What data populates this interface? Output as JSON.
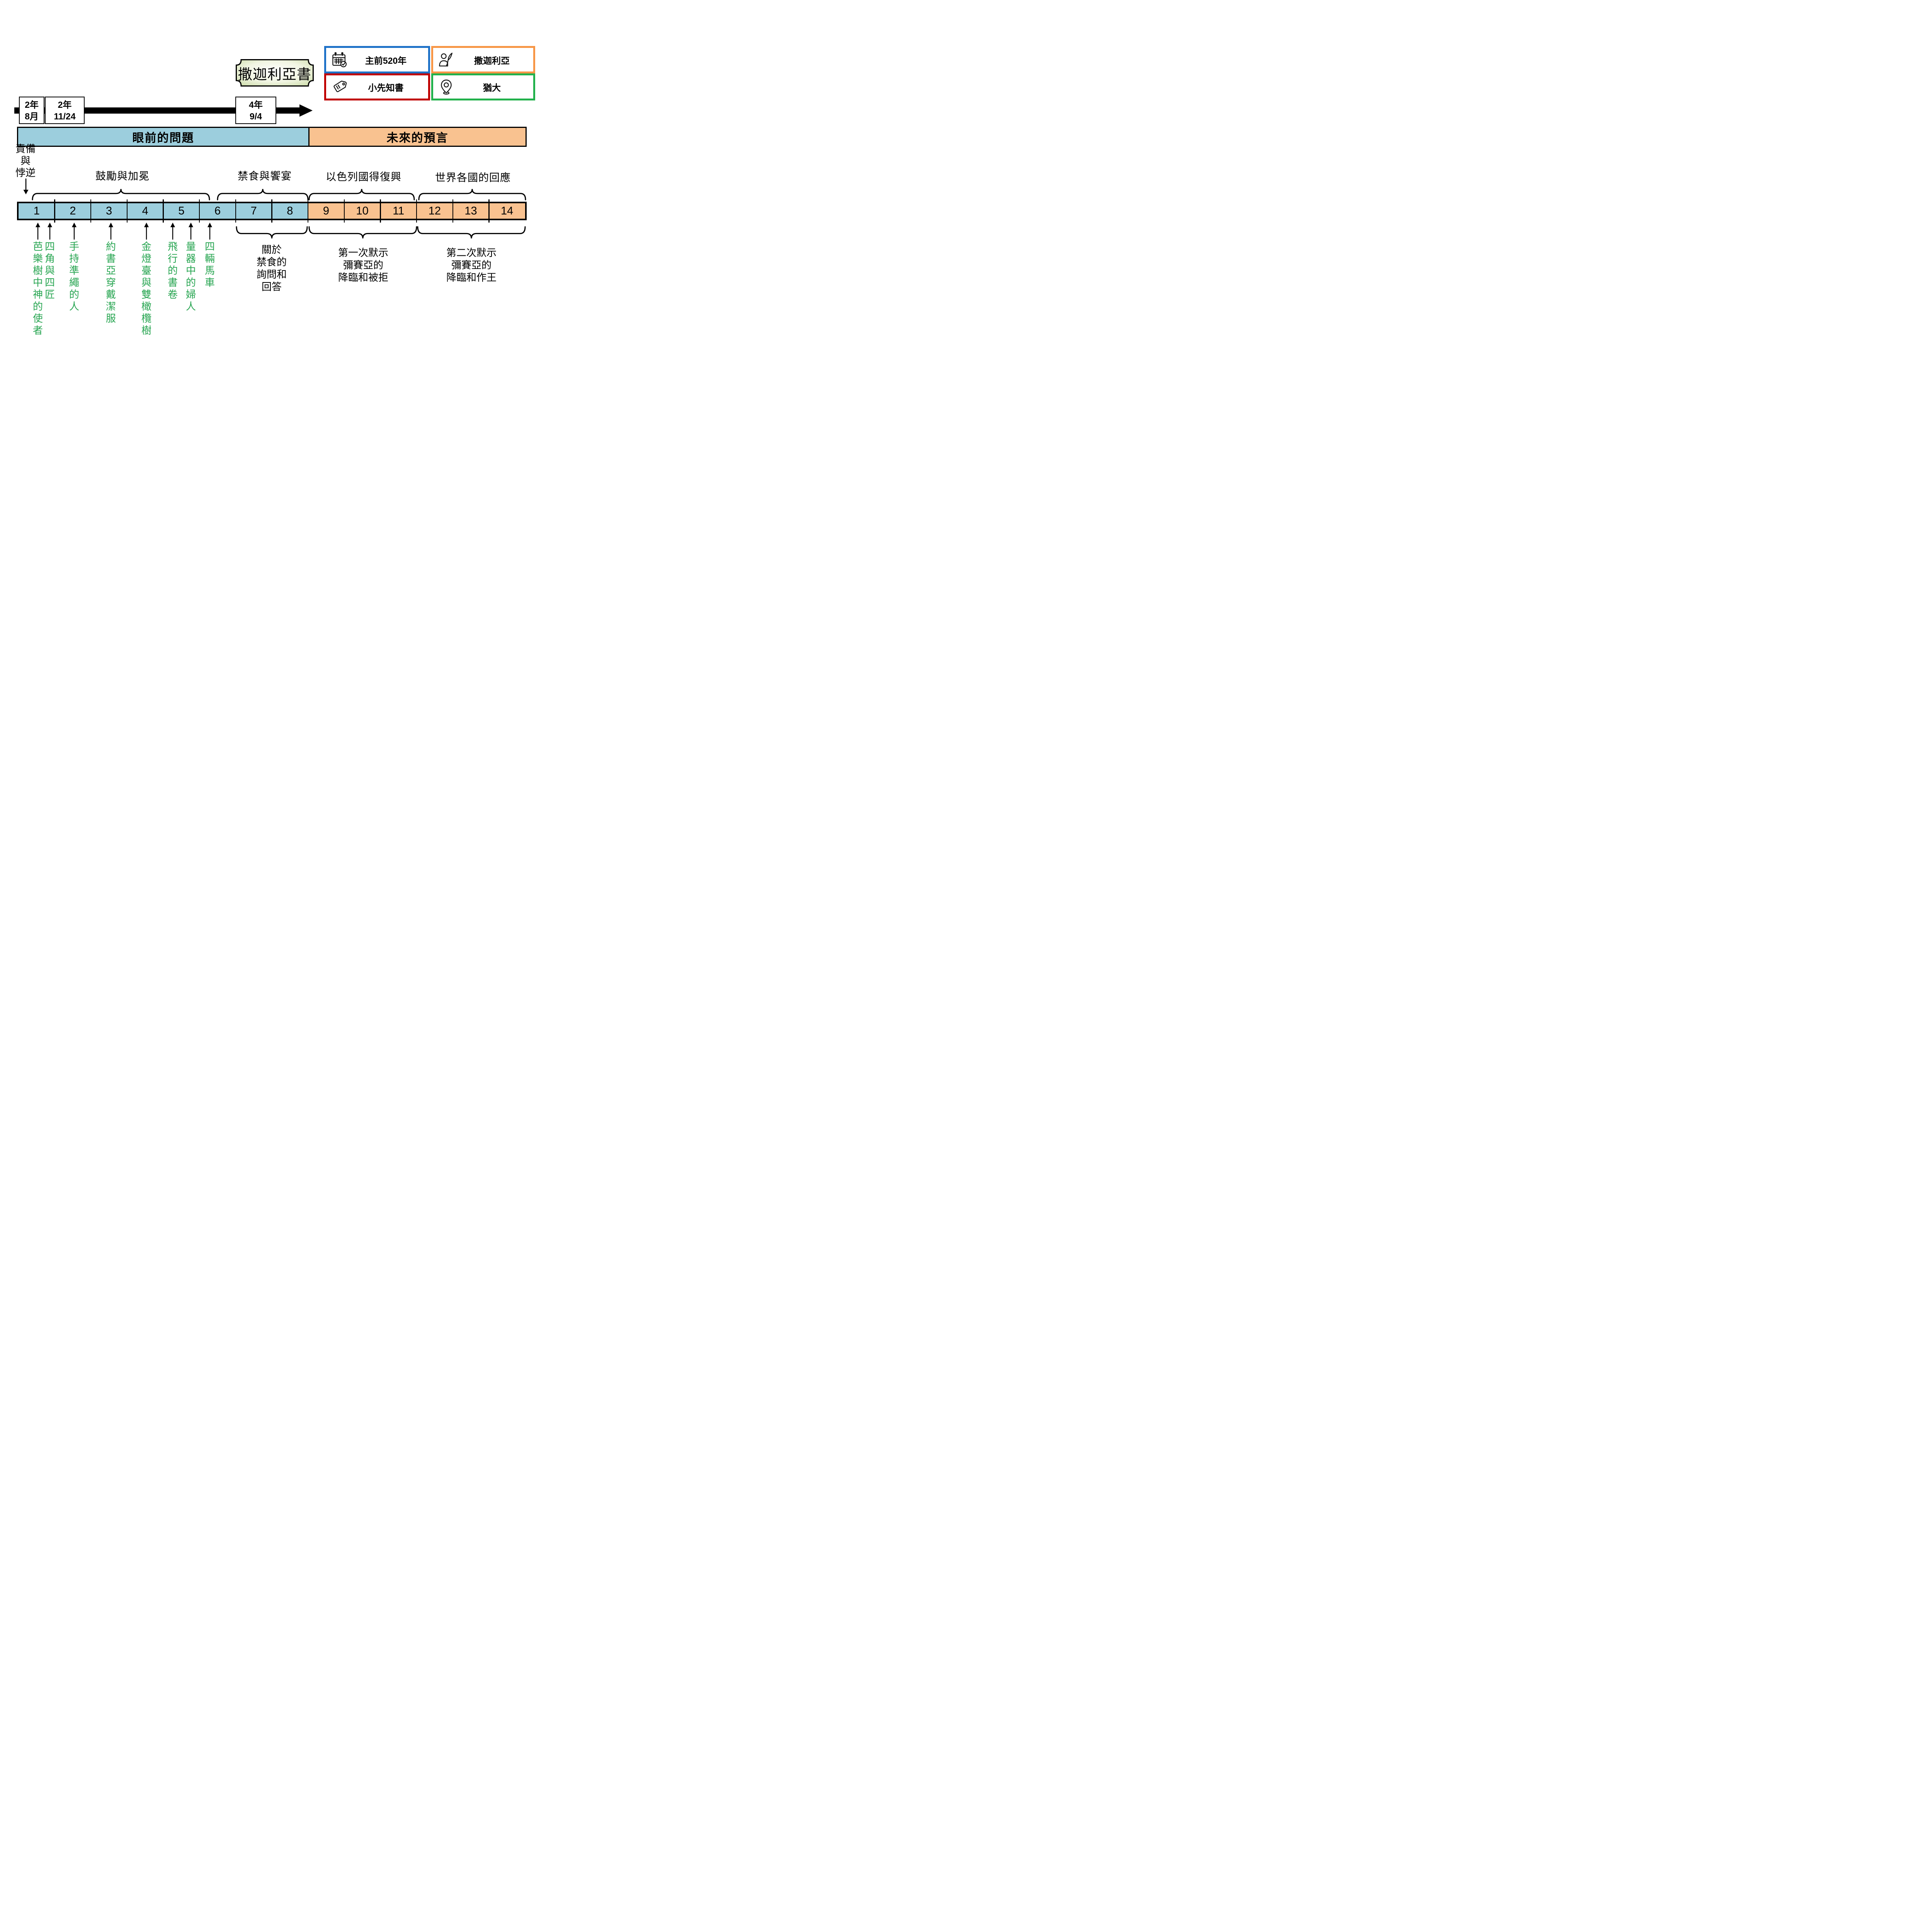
{
  "title": "撒迦利亞書",
  "badges": [
    {
      "icon": "calendar-check-icon",
      "label": "主前520年",
      "border_color": "#1F72C8"
    },
    {
      "icon": "prophet-icon",
      "label": "撒迦利亞",
      "border_color": "#F79646"
    },
    {
      "icon": "tag-icon",
      "label": "小先知書",
      "border_color": "#C00000"
    },
    {
      "icon": "location-pin-icon",
      "label": "猶大",
      "border_color": "#22B14C"
    }
  ],
  "timeline_markers": [
    {
      "lines": [
        "2年",
        "8月"
      ]
    },
    {
      "lines": [
        "2年",
        "11/24"
      ]
    },
    {
      "lines": [
        "4年",
        "9/4"
      ]
    }
  ],
  "sections": [
    {
      "label": "眼前的問題",
      "chapters": "1–8",
      "color": "#9CCEDD"
    },
    {
      "label": "未來的預言",
      "chapters": "9–14",
      "color": "#F9C290"
    }
  ],
  "left_note": {
    "lines": [
      "責備",
      "與",
      "悖逆"
    ],
    "points_to_chapter": 1
  },
  "top_groups": [
    {
      "label": "鼓勵與加冕",
      "chapters": "1–6"
    },
    {
      "label": "禁食與饗宴",
      "chapters": "6–8"
    },
    {
      "label": "以色列國得復興",
      "chapters": "9–11"
    },
    {
      "label": "世界各國的回應",
      "chapters": "12–14"
    }
  ],
  "chapter_numbers": [
    1,
    2,
    3,
    4,
    5,
    6,
    7,
    8,
    9,
    10,
    11,
    12,
    13,
    14
  ],
  "visions": [
    {
      "label": "芭樂樹中神的使者",
      "chapter": 1
    },
    {
      "label": "四角與四匠",
      "chapter": 1
    },
    {
      "label": "手持準繩的人",
      "chapter": 2
    },
    {
      "label": "約書亞穿戴潔服",
      "chapter": 3
    },
    {
      "label": "金燈臺與雙橄欖樹",
      "chapter": 4
    },
    {
      "label": "飛行的書卷",
      "chapter": 5
    },
    {
      "label": "量器中的婦人",
      "chapter": 5
    },
    {
      "label": "四輛馬車",
      "chapter": 6
    }
  ],
  "bottom_groups": [
    {
      "lines": [
        "關於",
        "禁食的",
        "詢問和",
        "回答"
      ],
      "chapters": "7–8"
    },
    {
      "lines": [
        "第一次默示",
        "彌賽亞的",
        "降臨和被拒"
      ],
      "chapters": "9–11"
    },
    {
      "lines": [
        "第二次默示",
        "彌賽亞的",
        "降臨和作王"
      ],
      "chapters": "12–14"
    }
  ],
  "colors": {
    "present_band": "#9CCEDD",
    "future_band": "#F9C290",
    "vision_text_green": "#27A551",
    "banner_gradient_edge": "#C3D69B",
    "banner_gradient_center": "#FFFFFF",
    "outline_black": "#000000"
  }
}
